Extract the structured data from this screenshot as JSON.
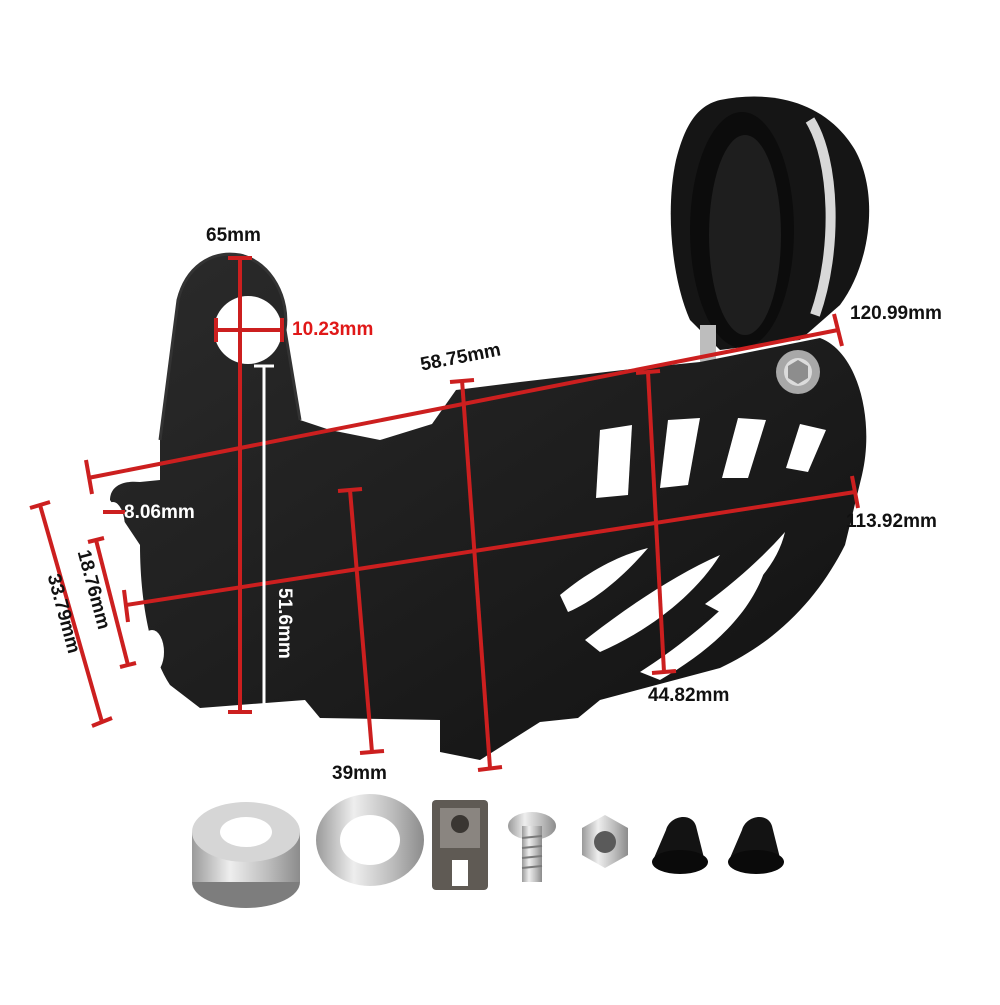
{
  "colors": {
    "bracket": "#1a1a1a",
    "bracket_edge": "#2e2e2e",
    "dimension_line": "#cc1f1f",
    "dimension_line_light": "#ffffff",
    "text": "#111111",
    "highlight": "#e01818",
    "metal": "#c9c9c9"
  },
  "dimensions": {
    "hole_width": "65mm",
    "hole_diameter": "10.23mm",
    "diagonal_length": "58.75mm",
    "overall_length": "120.99mm",
    "slot_width": "8.06mm",
    "lower_length": "113.92mm",
    "tab_height": "18.76mm",
    "side_height": "33.79mm",
    "inner_height": "51.6mm",
    "front_height": "44.82mm",
    "base_width": "39mm"
  },
  "hardware_icons": [
    "spacer-icon",
    "flat-washer-icon",
    "u-nut-clip-icon",
    "button-head-screw-icon",
    "hex-nut-icon",
    "rubber-grommet-icon",
    "rubber-grommet-icon"
  ]
}
